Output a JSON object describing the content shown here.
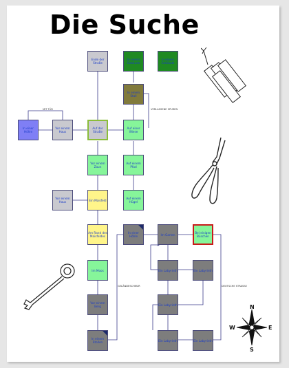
{
  "title": "Die Suche",
  "colors": {
    "gray": "#c9c9cf",
    "green_dark": "#1f8a22",
    "green_light": "#86f59a",
    "olive": "#817a3c",
    "blue": "#7f7ff5",
    "yellow": "#fff58a",
    "dark_gray": "#7d7d7d",
    "red_border": "#c81a1a",
    "yellow_green_border": "#8bbd3a"
  },
  "rooms": [
    {
      "id": "ende",
      "label": "Ende der Straße",
      "color": "gray"
    },
    {
      "id": "g1",
      "label": "In einem Gebäude",
      "color": "green_dark"
    },
    {
      "id": "g2",
      "label": "In einem Gebäude",
      "color": "green_dark"
    },
    {
      "id": "stall",
      "label": "In einem Stall",
      "color": "olive"
    },
    {
      "id": "hoehle",
      "label": "In einer Höhle",
      "color": "blue"
    },
    {
      "id": "haus1",
      "label": "Vor einem Haus",
      "color": "gray"
    },
    {
      "id": "strasse",
      "label": "Auf der Straße",
      "color": "gray",
      "border": "yellow_green_border"
    },
    {
      "id": "wiese",
      "label": "Auf einer Wiese",
      "color": "green_light"
    },
    {
      "id": "zaun",
      "label": "Vor einem Zaun",
      "color": "green_light"
    },
    {
      "id": "pfad",
      "label": "Auf einem Pfad",
      "color": "green_light"
    },
    {
      "id": "haus2",
      "label": "Vor einem Haus",
      "color": "gray"
    },
    {
      "id": "maisfeld",
      "label": "Ein Maisfeld",
      "color": "yellow"
    },
    {
      "id": "huegel",
      "label": "Auf einem Hügel",
      "color": "green_light"
    },
    {
      "id": "rand",
      "label": "Am Rand des Maisfeldes",
      "color": "yellow"
    },
    {
      "id": "hoehle2",
      "label": "In einer Höhle",
      "color": "dark_gray"
    },
    {
      "id": "garten",
      "label": "Im Garten",
      "color": "dark_gray"
    },
    {
      "id": "buesche",
      "label": "Bei einigen Büschen",
      "color": "green_light",
      "border": "red_border"
    },
    {
      "id": "moos",
      "label": "Im Moos",
      "color": "green_light"
    },
    {
      "id": "lab1",
      "label": "Ein Labyrinth",
      "color": "dark_gray"
    },
    {
      "id": "lab2",
      "label": "Ein Labyrinth",
      "color": "dark_gray"
    },
    {
      "id": "berg",
      "label": "Vor einem Berg",
      "color": "dark_gray"
    },
    {
      "id": "lab3",
      "label": "Ein Labyrinth",
      "color": "dark_gray"
    },
    {
      "id": "stollen",
      "label": "In einem Stollen",
      "color": "dark_gray"
    },
    {
      "id": "lab4",
      "label": "Ein Labyrinth",
      "color": "dark_gray"
    },
    {
      "id": "lab5",
      "label": "Ein Labyrinth",
      "color": "dark_gray"
    }
  ],
  "edge_labels": [
    {
      "id": "el1",
      "text": "MIT TÜR"
    },
    {
      "id": "el2",
      "text": "VERLASSENE SPUREN"
    },
    {
      "id": "el3",
      "text": "GELÄNDESCHNUR"
    },
    {
      "id": "el4",
      "text": "DEUTSCHE STRASSE"
    }
  ],
  "compass": {
    "n": "N",
    "e": "E",
    "s": "S",
    "w": "W"
  }
}
